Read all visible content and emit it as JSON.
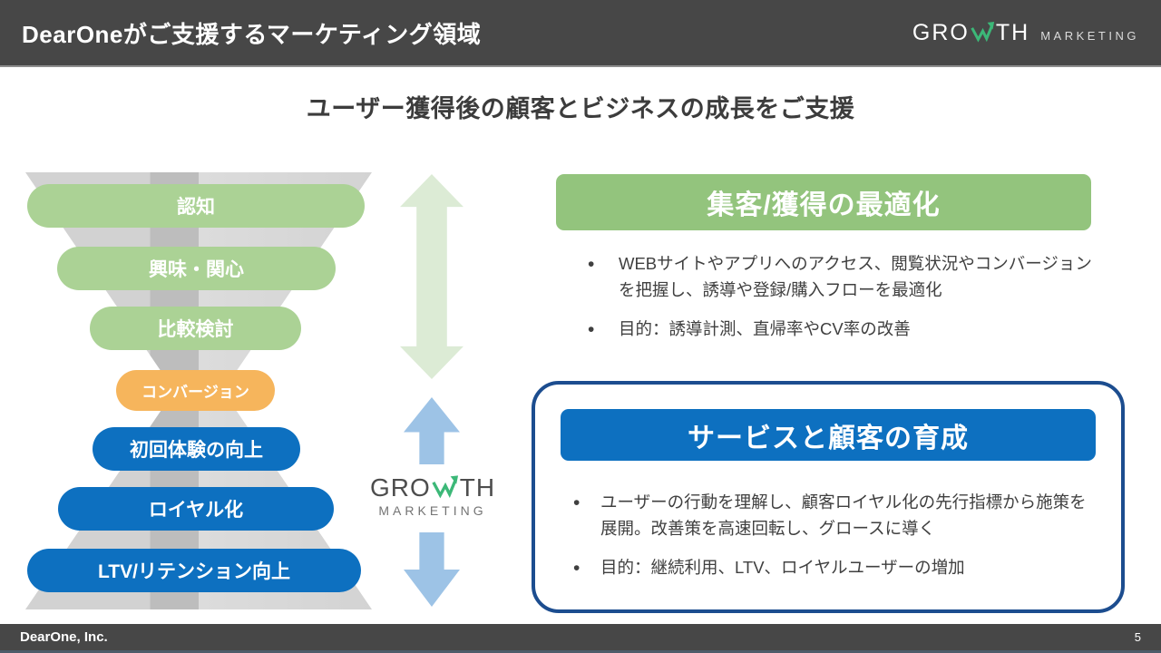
{
  "header": {
    "title": "DearOneがご支援するマーケティング領域"
  },
  "growth_logo": {
    "pre": "GRO",
    "post": "TH",
    "word": "MARKETING"
  },
  "subtitle": "ユーザー獲得後の顧客とビジネスの成長をご支援",
  "funnel": {
    "stages": [
      {
        "label": "認知",
        "color": "#abd295"
      },
      {
        "label": "興味・関心",
        "color": "#abd295"
      },
      {
        "label": "比較検討",
        "color": "#abd295"
      },
      {
        "label": "コンバージョン",
        "color": "#f6b55c"
      },
      {
        "label": "初回体験の向上",
        "color": "#0d70c0"
      },
      {
        "label": "ロイヤル化",
        "color": "#0d70c0"
      },
      {
        "label": "LTV/リテンション向上",
        "color": "#0d70c0"
      }
    ]
  },
  "sections": [
    {
      "title": "集客/獲得の最適化",
      "header_color": "#93c47d",
      "bullets": [
        "WEBサイトやアプリへのアクセス、閲覧状況やコンバージョンを把握し、誘導や登録/購入フローを最適化",
        "目的：誘導計測、直帰率やCV率の改善"
      ]
    },
    {
      "title": "サービスと顧客の育成",
      "header_color": "#0d70c0",
      "border_color": "#1c4d8f",
      "bullets": [
        "ユーザーの行動を理解し、顧客ロイヤル化の先行指標から施策を展開。改善策を高速回転し、グロースに導く",
        "目的：継続利用、LTV、ロイヤルユーザーの増加"
      ]
    }
  ],
  "footer": {
    "company": "DearOne, Inc.",
    "page": "5"
  },
  "colors": {
    "topbar": "#474747",
    "green_accent": "#93c47d",
    "light_green_pill": "#abd295",
    "orange_pill": "#f6b55c",
    "blue_pill": "#0d70c0",
    "light_blue_arrow": "#9dc3e6",
    "light_green_arrow": "#dcebd5",
    "logo_green": "#3cb878"
  }
}
